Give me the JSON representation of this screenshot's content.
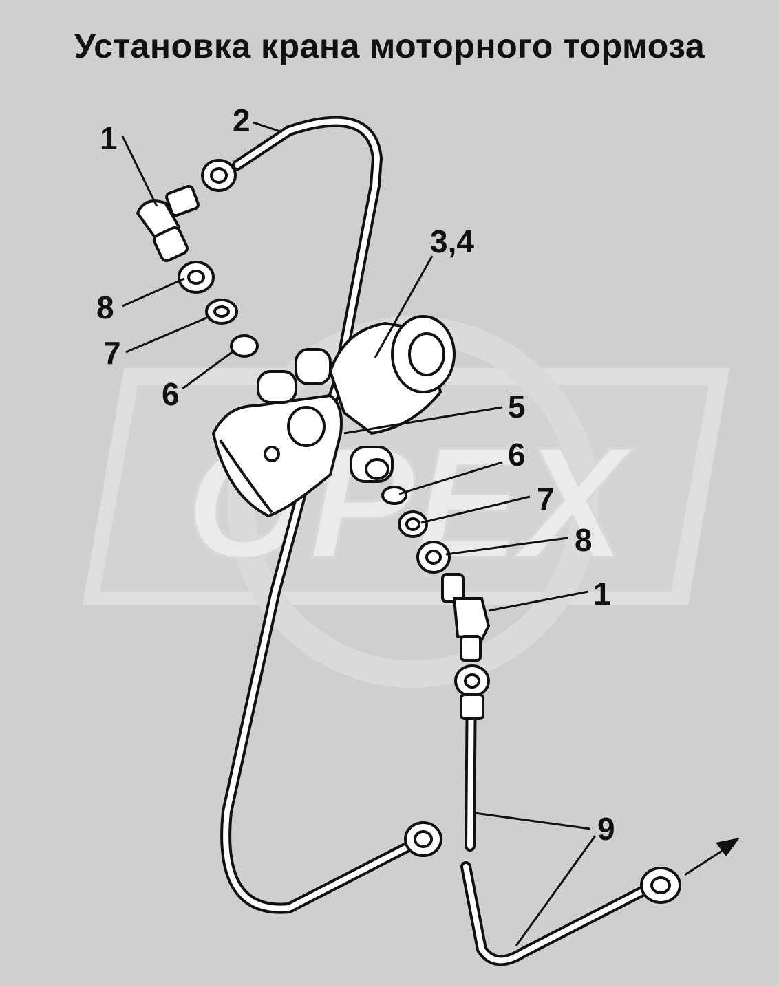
{
  "title": "Установка крана моторного тормоза",
  "watermark": "OPEX",
  "colors": {
    "background": "#cfcfcf",
    "line": "#111111",
    "watermark": "#e3e3e3"
  },
  "callouts": {
    "c1_top": "1",
    "c2": "2",
    "c34": "3,4",
    "c8_left": "8",
    "c7_left": "7",
    "c6_left": "6",
    "c5": "5",
    "c6_right": "6",
    "c7_right": "7",
    "c8_right": "8",
    "c1_right": "1",
    "c9": "9"
  }
}
